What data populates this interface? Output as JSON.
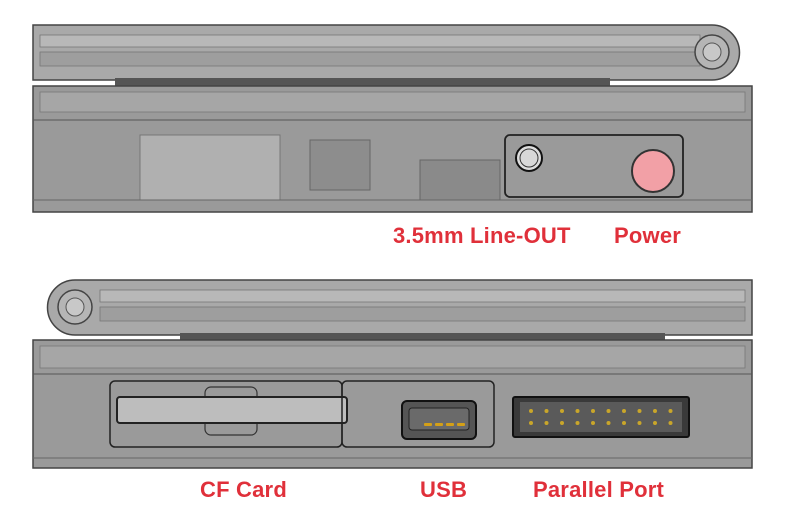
{
  "labels": {
    "line_out": "3.5mm Line-OUT",
    "power": "Power",
    "cf_card": "CF Card",
    "usb": "USB",
    "parallel_port": "Parallel Port"
  },
  "colors": {
    "label": "#e0303a",
    "body": "#9a9a9a",
    "power_button": "#f2a0a6",
    "usb_pins": "#d4a017"
  }
}
